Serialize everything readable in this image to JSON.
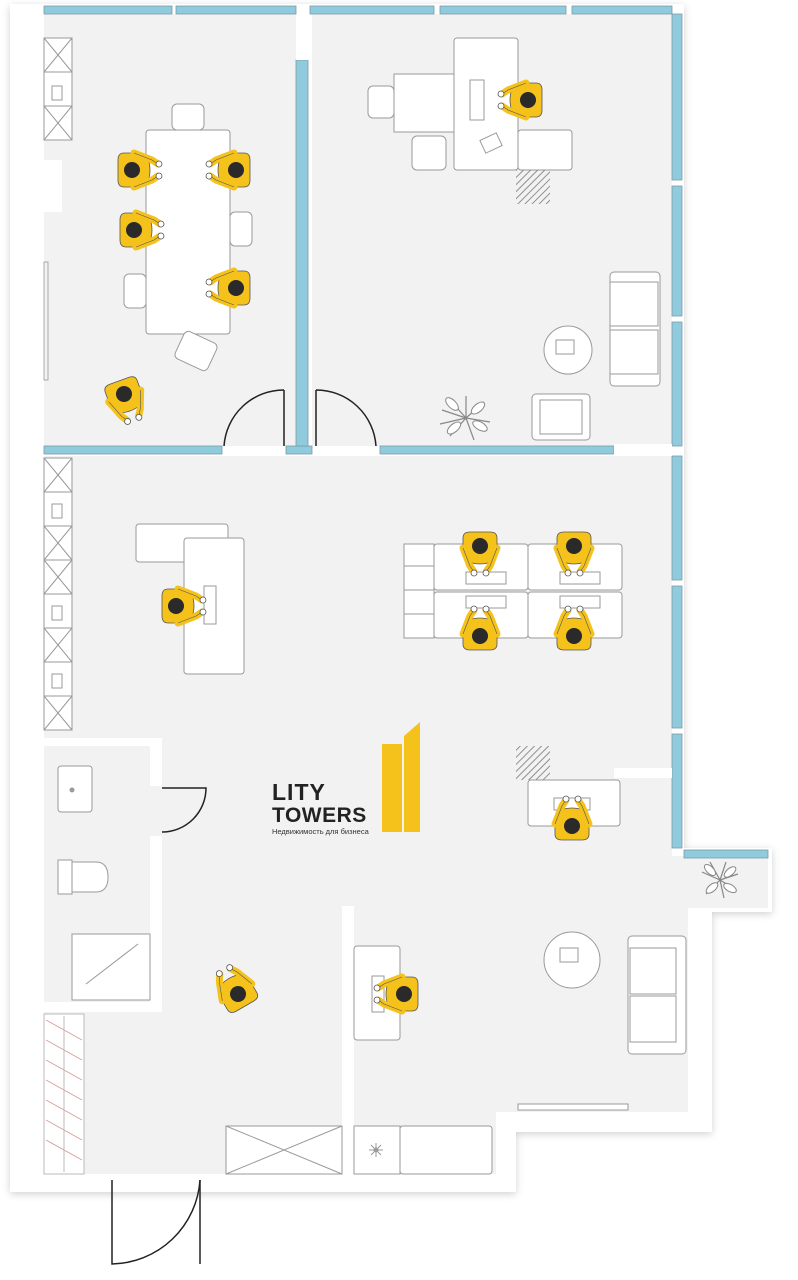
{
  "logo": {
    "line1": "LITY",
    "line2": "TOWERS",
    "tagline": "Недвижимость для бизнеса"
  },
  "colors": {
    "accent": "#F5C21B",
    "wall": "#FFFFFF",
    "floor": "#F2F2F2",
    "glass": "#8FCBDD",
    "line": "#B9B9B9",
    "hair": "#2A2A2A"
  },
  "icons": {
    "person": "person-seated-icon",
    "plant": "plant-icon",
    "sink": "sink-icon",
    "toilet": "toilet-icon",
    "shower": "shower-icon",
    "fan": "fan-icon"
  }
}
